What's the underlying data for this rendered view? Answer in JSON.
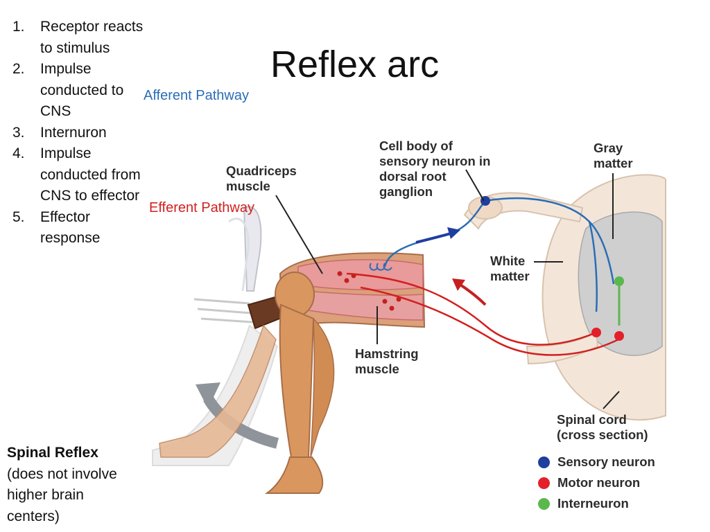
{
  "title": "Reflex arc",
  "steps": [
    {
      "number": "1.",
      "text": "Receptor reacts to stimulus"
    },
    {
      "number": "2.",
      "text": "Impulse conducted to CNS"
    },
    {
      "number": "3.",
      "text": "Internuron"
    },
    {
      "number": "4.",
      "text": "Impulse conducted from CNS to effector"
    },
    {
      "number": "5.",
      "text": "Effector response"
    }
  ],
  "pathways": {
    "afferent": "Afferent Pathway",
    "efferent": "Efferent Pathway",
    "afferent_color": "#2a6db5",
    "efferent_color": "#d22020"
  },
  "labels": {
    "quadriceps_line1": "Quadriceps",
    "quadriceps_line2": "muscle",
    "cell_body_line1": "Cell body of",
    "cell_body_line2": "sensory neuron in",
    "cell_body_line3": "dorsal root",
    "cell_body_line4": "ganglion",
    "gray_line1": "Gray",
    "gray_line2": "matter",
    "white_line1": "White",
    "white_line2": "matter",
    "hamstring_line1": "Hamstring",
    "hamstring_line2": "muscle",
    "spinal_cord_line1": "Spinal cord",
    "spinal_cord_line2": "(cross section)"
  },
  "spinal_reflex": {
    "title": "Spinal Reflex",
    "line1": "(does not involve",
    "line2": "higher brain",
    "line3": "centers)"
  },
  "legend": [
    {
      "label": "Sensory neuron",
      "color": "#1f3f9e"
    },
    {
      "label": "Motor neuron",
      "color": "#e3202a"
    },
    {
      "label": "Interneuron",
      "color": "#5bb84d"
    }
  ]
}
